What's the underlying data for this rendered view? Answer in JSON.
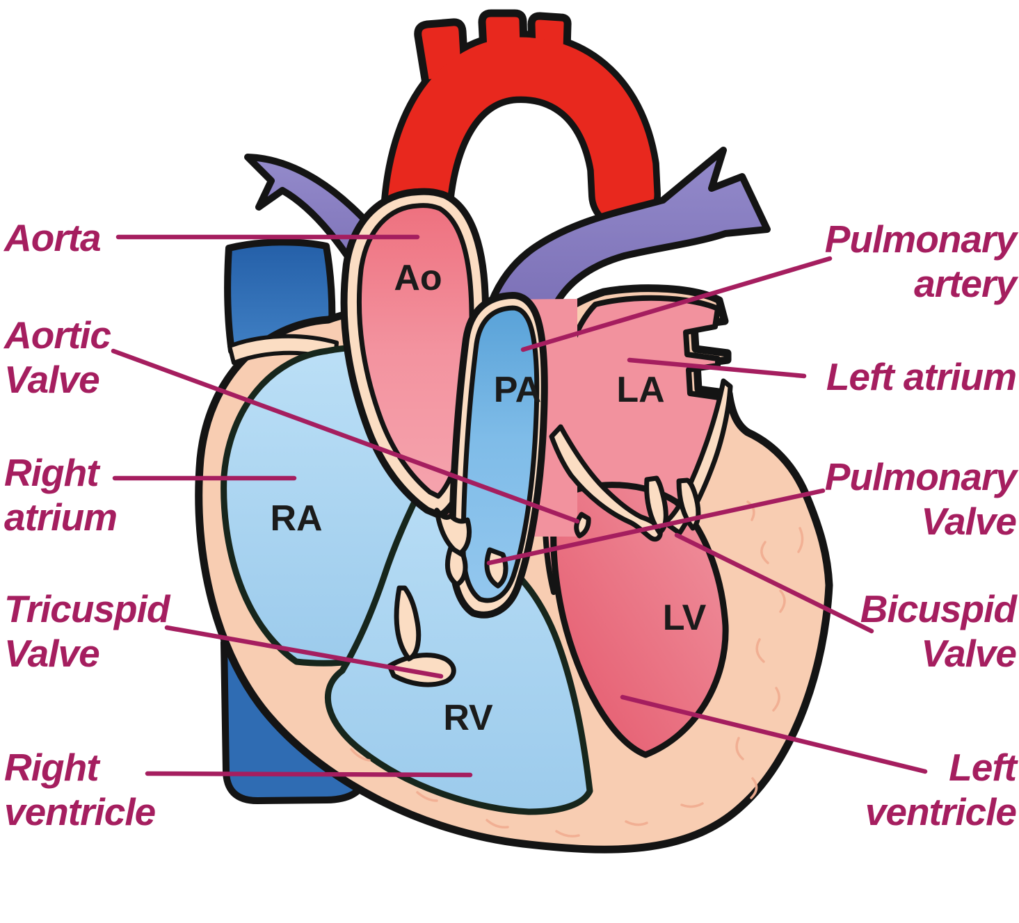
{
  "diagram": {
    "title": "Labeled cross-section diagram of the human heart",
    "colors": {
      "label_text": "#A51E5F",
      "leader_line": "#A51E5F",
      "outline_black": "#141414",
      "aorta_arch_red": "#E8281E",
      "pulmonary_purple": "#8478BE",
      "vena_cava_dark_blue": "#2F6CB3",
      "right_chamber_blue": "#A9D6F2",
      "pulmonary_trunk_blue": "#7FBCE8",
      "left_atrium_pink": "#F2929E",
      "left_ventricle_pink": "#E8687A",
      "heart_wall_peach": "#F8CDB2",
      "vessel_lining_cream": "#FBDDC3"
    }
  },
  "chambers": [
    {
      "id": "aorta-root",
      "abbr": "Ao"
    },
    {
      "id": "pulmonary-artery",
      "abbr": "PA"
    },
    {
      "id": "left-atrium",
      "abbr": "LA"
    },
    {
      "id": "right-atrium",
      "abbr": "RA"
    },
    {
      "id": "left-ventricle",
      "abbr": "LV"
    },
    {
      "id": "right-ventricle",
      "abbr": "RV"
    }
  ],
  "annotations_left": [
    {
      "id": "aorta",
      "lines": [
        "Aorta"
      ]
    },
    {
      "id": "aortic-valve",
      "lines": [
        "Aortic",
        "Valve"
      ]
    },
    {
      "id": "right-atrium",
      "lines": [
        "Right",
        "atrium"
      ]
    },
    {
      "id": "tricuspid-valve",
      "lines": [
        "Tricuspid",
        "Valve"
      ]
    },
    {
      "id": "right-ventricle",
      "lines": [
        "Right",
        "ventricle"
      ]
    }
  ],
  "annotations_right": [
    {
      "id": "pulmonary-artery",
      "lines": [
        "Pulmonary",
        "artery"
      ]
    },
    {
      "id": "left-atrium",
      "lines": [
        "Left atrium"
      ]
    },
    {
      "id": "pulmonary-valve",
      "lines": [
        "Pulmonary",
        "Valve"
      ]
    },
    {
      "id": "bicuspid-valve",
      "lines": [
        "Bicuspid",
        "Valve"
      ]
    },
    {
      "id": "left-ventricle",
      "lines": [
        "Left",
        "ventricle"
      ]
    }
  ]
}
